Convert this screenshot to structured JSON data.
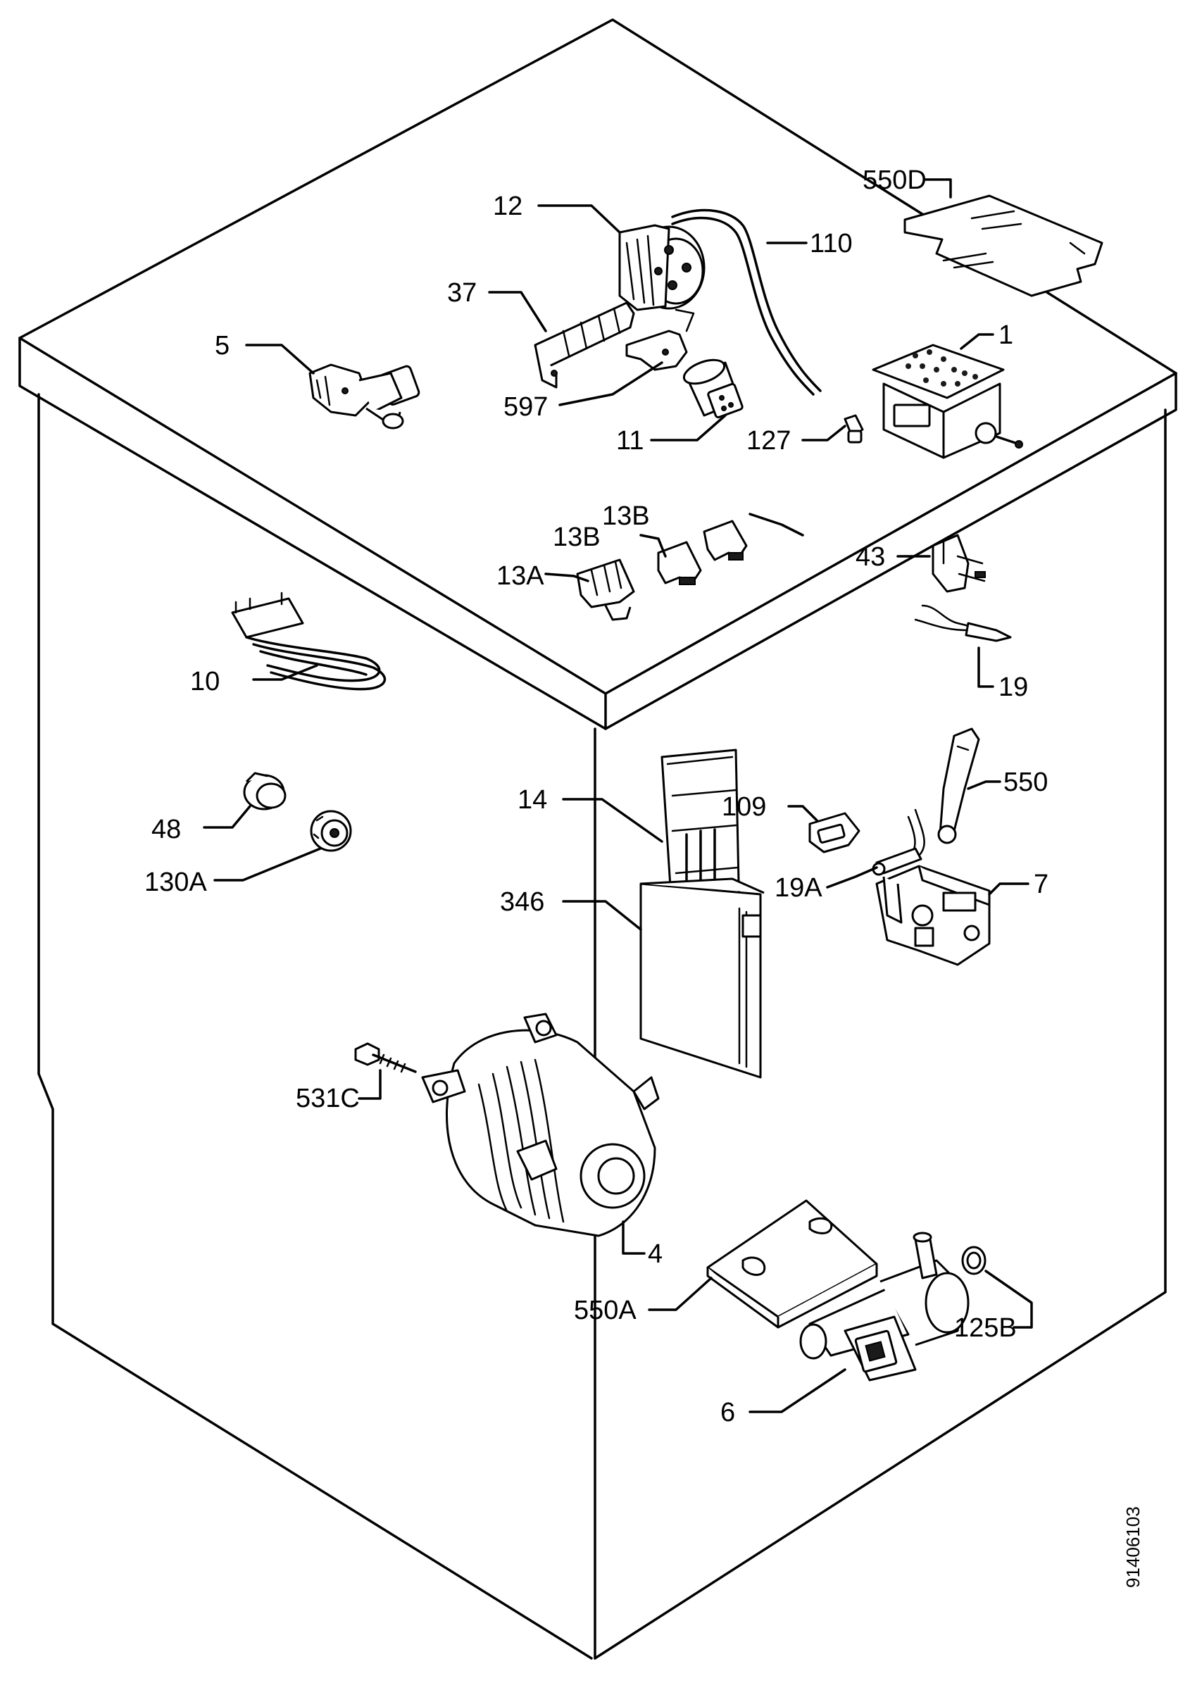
{
  "labels": {
    "l550D": "550D",
    "l12": "12",
    "l110": "110",
    "l37": "37",
    "l5": "5",
    "l1": "1",
    "l597": "597",
    "l11": "11",
    "l127": "127",
    "l13B_a": "13B",
    "l13B_b": "13B",
    "l13A": "13A",
    "l43": "43",
    "l10": "10",
    "l19": "19",
    "l550": "550",
    "l14": "14",
    "l109": "109",
    "l48": "48",
    "l130A": "130A",
    "l19A": "19A",
    "l7": "7",
    "l346": "346",
    "l531C": "531C",
    "l4": "4",
    "l550A": "550A",
    "l125B": "125B",
    "l6": "6"
  },
  "reference_number": "91406103"
}
